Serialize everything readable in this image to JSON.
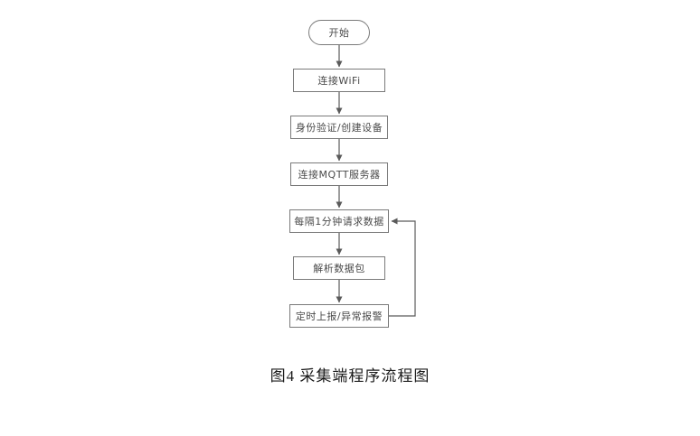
{
  "flow": {
    "nodes": [
      {
        "id": "start",
        "label": "开始",
        "shape": "terminator"
      },
      {
        "id": "connect-wifi",
        "label": "连接WiFi",
        "shape": "process"
      },
      {
        "id": "auth-create",
        "label": "身份验证/创建设备",
        "shape": "process"
      },
      {
        "id": "connect-mqtt",
        "label": "连接MQTT服务器",
        "shape": "process"
      },
      {
        "id": "request-data",
        "label": "每隔1分钟请求数据",
        "shape": "process"
      },
      {
        "id": "parse-packet",
        "label": "解析数据包",
        "shape": "process"
      },
      {
        "id": "report-alarm",
        "label": "定时上报/异常报警",
        "shape": "process"
      }
    ],
    "caption": "图4  采集端程序流程图"
  },
  "colors": {
    "line": "#5a5a5a",
    "border": "#7a7a7a",
    "text": "#4a4a4a",
    "background": "#ffffff"
  }
}
